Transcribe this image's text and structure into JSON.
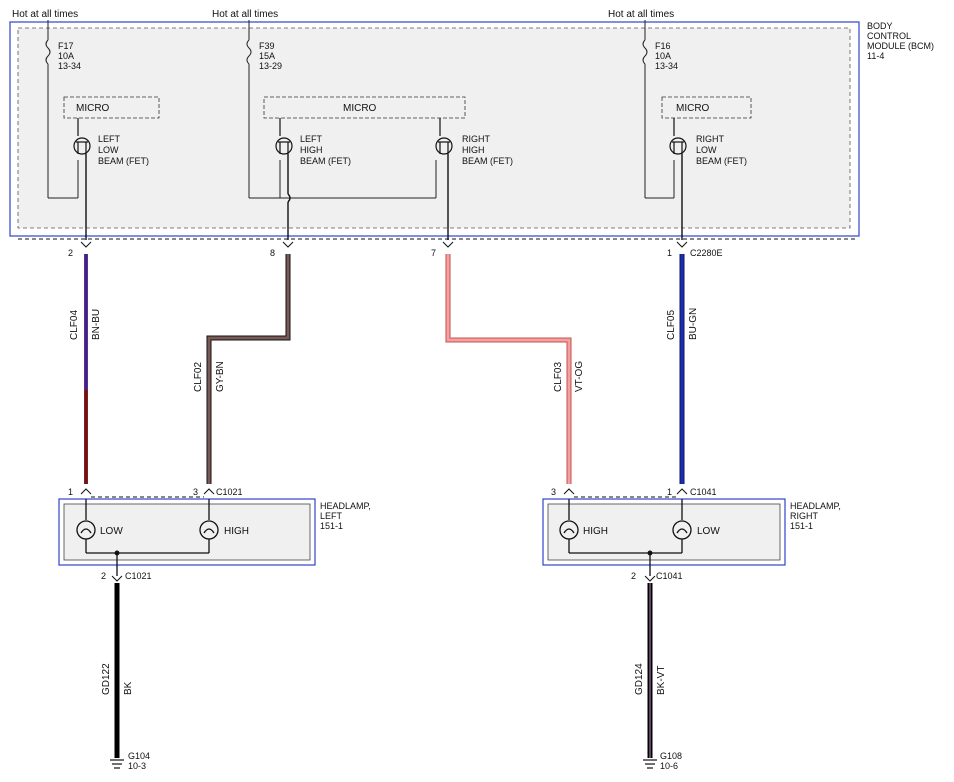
{
  "power_label": "Hot at all times",
  "bcm": {
    "title_lines": [
      "BODY",
      "CONTROL",
      "MODULE (BCM)",
      "11-4"
    ]
  },
  "fuses": [
    {
      "id": "F17",
      "rating": "10A",
      "ref": "13-34"
    },
    {
      "id": "F39",
      "rating": "15A",
      "ref": "13-29"
    },
    {
      "id": "F16",
      "rating": "10A",
      "ref": "13-34"
    }
  ],
  "micro_label": "MICRO",
  "fets": [
    {
      "lines": [
        "LEFT",
        "LOW",
        "BEAM (FET)"
      ]
    },
    {
      "lines": [
        "LEFT",
        "HIGH",
        "BEAM (FET)"
      ]
    },
    {
      "lines": [
        "RIGHT",
        "HIGH",
        "BEAM (FET)"
      ]
    },
    {
      "lines": [
        "RIGHT",
        "LOW",
        "BEAM (FET)"
      ]
    }
  ],
  "bcm_pins": {
    "p1": "2",
    "p2": "8",
    "p3": "7",
    "p4": "1",
    "connector": "C2280E"
  },
  "wires": [
    {
      "circuit": "CLF04",
      "color": "BN-BU",
      "hex_top": "#5a2ca0",
      "hex_bottom": "#8b1a1a"
    },
    {
      "circuit": "CLF02",
      "color": "GY-BN",
      "hex": "#7a5a55"
    },
    {
      "circuit": "CLF03",
      "color": "VT-OG",
      "hex": "#f08a8a"
    },
    {
      "circuit": "CLF05",
      "color": "BU-GN",
      "hex": "#1a2fb0"
    },
    {
      "circuit": "GD122",
      "color": "BK",
      "hex": "#000000"
    },
    {
      "circuit": "GD124",
      "color": "BK-VT",
      "hex": "#3a1a3a"
    }
  ],
  "headlamp_left": {
    "title_lines": [
      "HEADLAMP,",
      "LEFT",
      "151-1"
    ],
    "pin_low": "1",
    "pin_high": "3",
    "connector": "C1021",
    "low_label": "LOW",
    "high_label": "HIGH",
    "ground_pin": "2",
    "ground_connector": "C1021"
  },
  "headlamp_right": {
    "title_lines": [
      "HEADLAMP,",
      "RIGHT",
      "151-1"
    ],
    "pin_high": "3",
    "pin_low": "1",
    "connector": "C1041",
    "low_label": "LOW",
    "high_label": "HIGH",
    "ground_pin": "2",
    "ground_connector": "C1041"
  },
  "grounds": [
    {
      "id": "G104",
      "ref": "10-3"
    },
    {
      "id": "G108",
      "ref": "10-6"
    }
  ],
  "colors": {
    "module_border": "#3344cc",
    "module_fill": "#f0f0f0",
    "frame_line": "#333333"
  }
}
